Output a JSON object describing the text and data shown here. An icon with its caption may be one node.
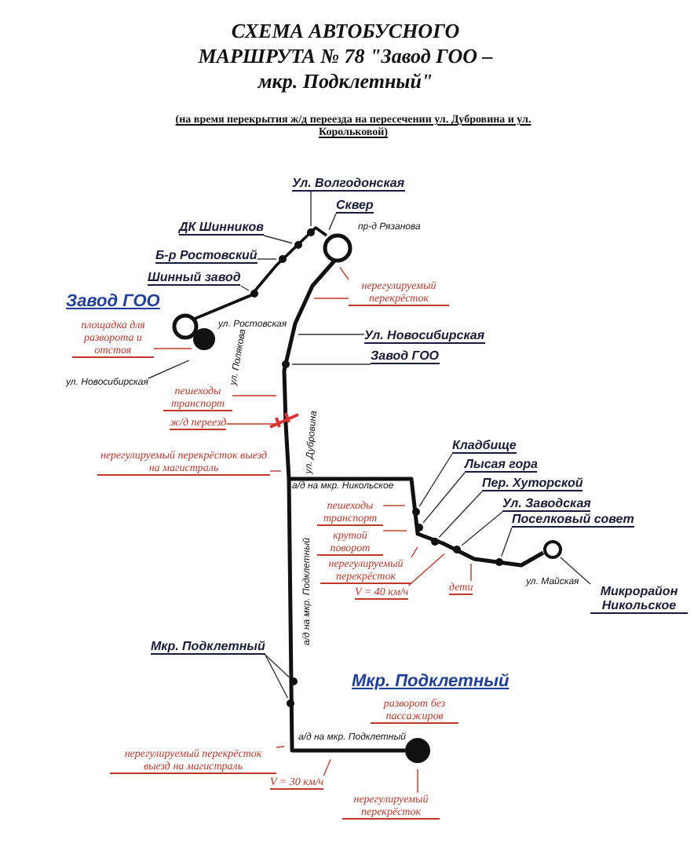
{
  "diagram": {
    "title": "СХЕМА АВТОБУСНОГО МАРШРУТА № 78 \"Завод ГОО – мкр. Подклетный\"",
    "nodes": [
      {
        "text": [
          "Ул. Волгодонская"
        ]
      },
      {
        "text": [
          "Сквер"
        ]
      },
      {
        "text": [
          "ДК Шинников"
        ]
      },
      {
        "text": [
          "Б-р Ростовский"
        ]
      },
      {
        "text": [
          "Шинный завод"
        ]
      },
      {
        "text": [
          "нерегулируемый перекрёсток"
        ]
      },
      {
        "text": [
          "Завод ГОО"
        ]
      },
      {
        "text": [
          "площадка для разворота и отстоя"
        ]
      },
      {
        "text": [
          "Ул. Новосибирская"
        ]
      },
      {
        "text": [
          "Завод ГОО"
        ]
      },
      {
        "text": [
          "ул. Новосибирская"
        ]
      },
      {
        "text": [
          "пешеходы транспорт"
        ]
      },
      {
        "text": [
          "ж/д переезд"
        ]
      },
      {
        "text": [
          "нерегулируемый перекрёсток выезд на магистраль"
        ]
      },
      {
        "text": [
          "Кладбище"
        ]
      },
      {
        "text": [
          "Лысая гора"
        ]
      },
      {
        "text": [
          "Пер. Хуторской"
        ]
      },
      {
        "text": [
          "Ул. Заводская"
        ]
      },
      {
        "text": [
          "Поселковый совет"
        ]
      },
      {
        "text": [
          "Микрорайон Никольское"
        ]
      },
      {
        "text": [
          "пешеходы транспорт"
        ]
      },
      {
        "text": [
          "крутой поворот"
        ]
      },
      {
        "text": [
          "нерегулируемый перекрёсток"
        ]
      },
      {
        "text": [
          "V = 40 км/ч"
        ]
      },
      {
        "text": [
          "дети"
        ]
      },
      {
        "text": [
          "Мкр. Подклетный"
        ]
      },
      {
        "text": [
          "Мкр. Подклетный"
        ]
      },
      {
        "text": [
          "разворот без пассажиров"
        ]
      },
      {
        "text": [
          "нерегулируемый перекрёсток выезд на магистраль"
        ]
      },
      {
        "text": [
          "V = 30 км/ч"
        ]
      },
      {
        "text": [
          "нерегулируемый перекрёсток"
        ]
      },
      {
        "text": [],
        "shape": "circle"
      }
    ],
    "edges": [
      {
        "from": 0,
        "to": null,
        "arrow": "none"
      },
      {
        "from": 1,
        "to": null,
        "arrow": "none"
      },
      {
        "from": 2,
        "to": null,
        "arrow": "none"
      },
      {
        "from": 3,
        "to": null,
        "arrow": "none"
      },
      {
        "from": 4,
        "to": null,
        "arrow": "none"
      },
      {
        "from": 5,
        "to": null,
        "arrow": "none",
        "color": "#c0392b"
      },
      {
        "from": 5,
        "to": null,
        "arrow": "none",
        "color": "#c0392b"
      },
      {
        "from": 7,
        "to": null,
        "arrow": "none",
        "color": "#c0392b"
      },
      {
        "from": 8,
        "to": null,
        "arrow": "none"
      },
      {
        "from": 9,
        "to": null,
        "arrow": "none"
      },
      {
        "from": 10,
        "to": null,
        "arrow": "none"
      },
      {
        "from": 11,
        "to": null,
        "arrow": "none",
        "color": "#c0392b"
      },
      {
        "from": 12,
        "to": null,
        "arrow": "none",
        "color": "#c0392b"
      },
      {
        "from": 13,
        "to": null,
        "arrow": "none",
        "color": "#c0392b"
      },
      {
        "from": 14,
        "to": null,
        "arrow": "none"
      },
      {
        "from": 15,
        "to": null,
        "arrow": "none"
      },
      {
        "from": 16,
        "to": null,
        "arrow": "none"
      },
      {
        "from": 17,
        "to": null,
        "arrow": "none"
      },
      {
        "from": 18,
        "to": null,
        "arrow": "none"
      },
      {
        "from": 19,
        "to": 31,
        "arrow": "none"
      },
      {
        "from": 20,
        "to": null,
        "arrow": "none",
        "color": "#c0392b"
      },
      {
        "from": 21,
        "to": null,
        "arrow": "none",
        "color": "#c0392b"
      },
      {
        "from": 22,
        "to": null,
        "arrow": "none",
        "color": "#c0392b"
      },
      {
        "from": 23,
        "to": null,
        "arrow": "none",
        "color": "#c0392b"
      },
      {
        "from": 24,
        "to": null,
        "arrow": "none",
        "color": "#c0392b"
      },
      {
        "from": 25,
        "to": null,
        "arrow": "none"
      },
      {
        "from": 25,
        "to": null,
        "arrow": "none"
      },
      {
        "from": 28,
        "to": null,
        "arrow": "none",
        "color": "#c0392b"
      },
      {
        "from": 29,
        "to": null,
        "arrow": "none",
        "color": "#c0392b"
      },
      {
        "from": 30,
        "to": null,
        "arrow": "none",
        "color": "#c0392b"
      }
    ],
    "labels": [
      "(на время перекрытия ж/д переезда на пересечении ул. Дубровина и ул. Корольковой)",
      "пр-д Рязанова",
      "ул. Ростовская",
      "ул. Полякова",
      "ул. Дубровина",
      "а/д на мкр. Никольское",
      "ул. Майская",
      "а/д на мкр. Подклетный",
      "а/д на мкр. Подклетный"
    ]
  }
}
